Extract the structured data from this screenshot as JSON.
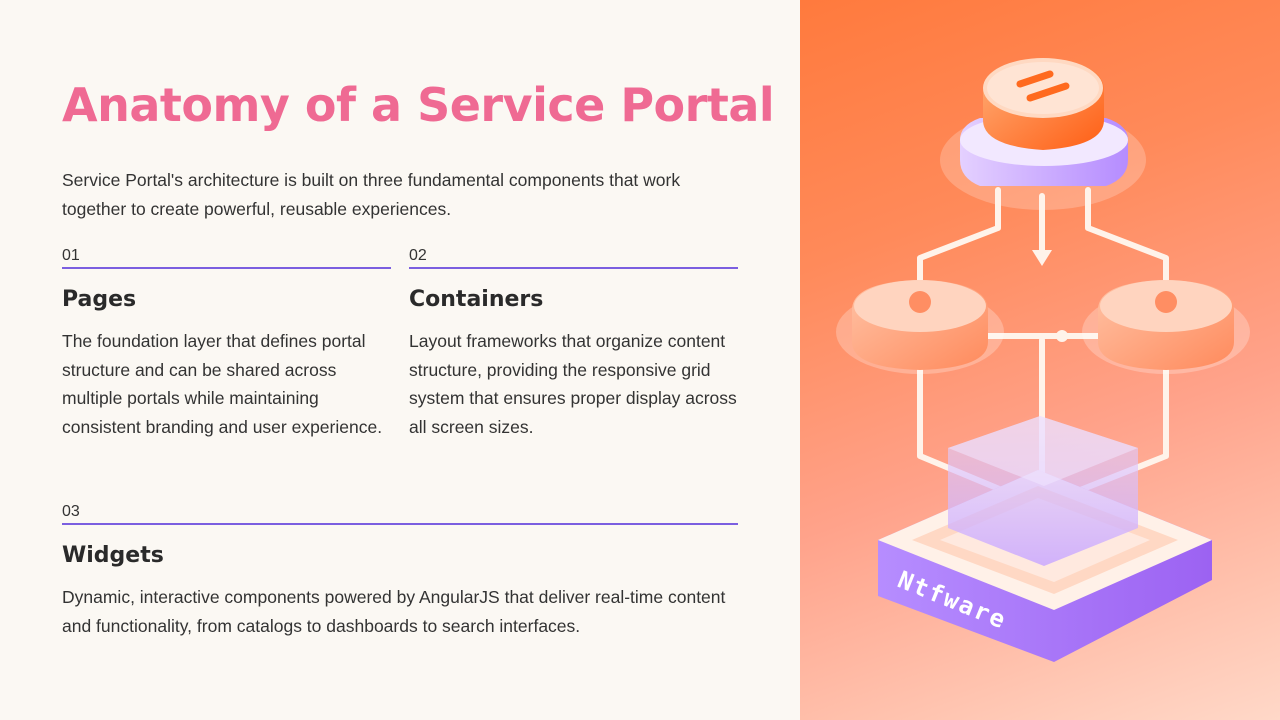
{
  "slide": {
    "title": "Anatomy of a Service Portal",
    "intro": "Service Portal's architecture is built on three fundamental components that work together to create powerful, reusable experiences.",
    "components": [
      {
        "number": "01",
        "heading": "Pages",
        "description": "The foundation layer that defines portal structure and can be shared across multiple portals while maintaining consistent branding and user experience."
      },
      {
        "number": "02",
        "heading": "Containers",
        "description": "Layout frameworks that organize content structure, providing the responsive grid system that ensures proper display across all screen sizes."
      },
      {
        "number": "03",
        "heading": "Widgets",
        "description": "Dynamic, interactive components powered by AngularJS that deliver real-time content and functionality, from catalogs to dashboards to search interfaces."
      }
    ]
  },
  "illustration": {
    "base_label": "Ntfware",
    "colors": {
      "title": "#ef6a93",
      "rule": "#7b5fe0",
      "accent_orange": "#ff6a1f",
      "accent_purple": "#a46cf5"
    }
  }
}
